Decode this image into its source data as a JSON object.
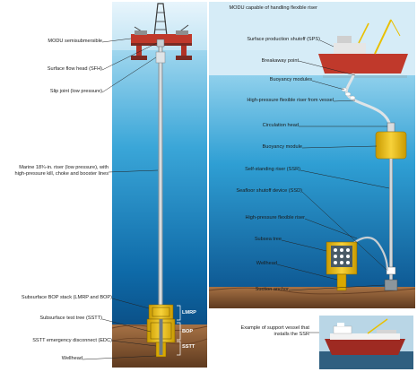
{
  "left_panel": {
    "labels": {
      "modu": "MODU semisubmersible",
      "sfh": "Surface flow head (SFH)",
      "slip_joint": "Slip joint (low pressure)",
      "riser_line1": "Marine 18¾-in. riser (low pressure), with",
      "riser_line2": "high-pressure kill, choke and booster lines",
      "bop_stack": "Subsurface BOP stack (LMRP and BOP)",
      "sstt": "Subsurface test tree (SSTT)",
      "edc": "SSTT emergency disconnect (EDC)",
      "wellhead": "Wellhead"
    },
    "stack_tags": {
      "lmrp": "LMRP",
      "bop": "BOP",
      "sstt": "SSTT"
    }
  },
  "right_panel": {
    "labels": {
      "modu_flex": "MODU capable of handling flexible riser",
      "sps": "Surface production shutoff (SPS)",
      "breakaway": "Breakaway point",
      "buoyancy_modules": "Buoyancy modules",
      "hp_flex_vessel": "High-pressure flexible riser from vessel",
      "circ_head": "Circulation head",
      "buoyancy_module": "Buoyancy module",
      "ssr": "Self-standing riser (SSR)",
      "ssd": "Seafloor shutoff device (SSD)",
      "hp_flex": "High-pressure flexible riser",
      "subsea_tree": "Subsea tree",
      "wellhead": "Wellhead",
      "suction_anchor": "Suction anchor",
      "support_vessel_line1": "Example of support vessel that",
      "support_vessel_line2": "installs the SSR"
    }
  },
  "colors": {
    "sky_top": "#cfe9f7",
    "sea_top": "#bfe3f3",
    "sea_mid": "#3aa6d8",
    "sea_deep": "#0b4f86",
    "seabed": "#8a5a34",
    "rig_red": "#c0392b",
    "buoy_yellow": "#f2c418",
    "stack_yellow": "#e8b400"
  }
}
